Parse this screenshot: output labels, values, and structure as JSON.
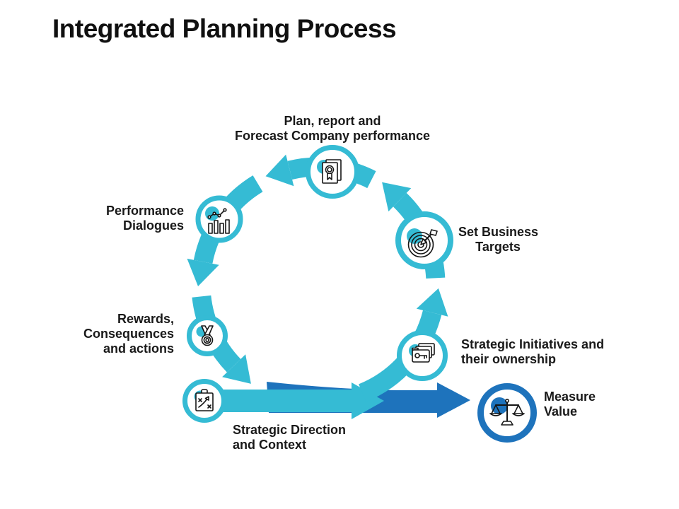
{
  "title": "Integrated Planning Process",
  "colors": {
    "cycle_accent": "#35bbd4",
    "measure_accent": "#1e73bc",
    "text": "#191919"
  },
  "nodes": {
    "plan": {
      "lines": [
        "Plan, report and",
        "Forecast Company performance"
      ],
      "icon": "certificate-document-icon"
    },
    "targets": {
      "lines": [
        "Set Business",
        "Targets"
      ],
      "icon": "target-dart-icon"
    },
    "initiatives": {
      "lines": [
        "Strategic Initiatives and",
        "their ownership"
      ],
      "icon": "folders-key-icon"
    },
    "direction": {
      "lines": [
        "Strategic Direction",
        "and Context"
      ],
      "icon": "strategy-board-icon"
    },
    "rewards": {
      "lines": [
        "Rewards,",
        "Consequences",
        "and actions"
      ],
      "icon": "medal-icon"
    },
    "performance": {
      "lines": [
        "Performance",
        "Dialogues"
      ],
      "icon": "bar-chart-trend-icon"
    },
    "measure": {
      "lines": [
        "Measure",
        "Value"
      ],
      "icon": "balance-scale-icon"
    }
  }
}
